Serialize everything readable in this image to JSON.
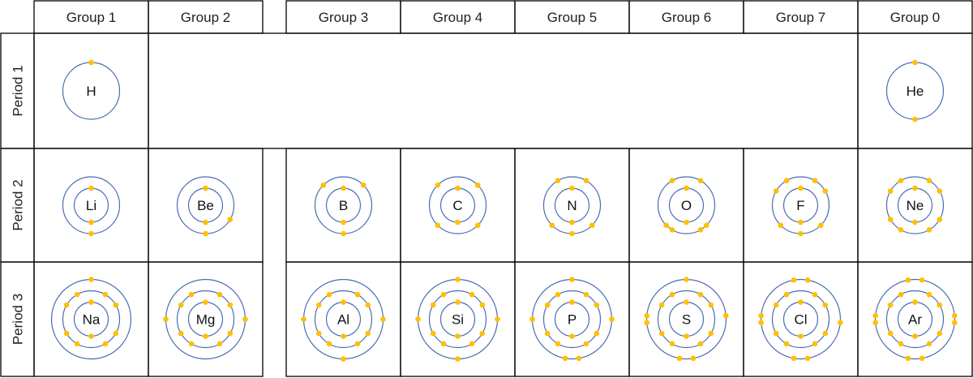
{
  "groups": [
    {
      "label": "Group 1",
      "col": 0
    },
    {
      "label": "Group 2",
      "col": 1
    },
    {
      "label": "Group 3",
      "col": 2
    },
    {
      "label": "Group 4",
      "col": 3
    },
    {
      "label": "Group 5",
      "col": 4
    },
    {
      "label": "Group 6",
      "col": 5
    },
    {
      "label": "Group 7",
      "col": 6
    },
    {
      "label": "Group 0",
      "col": 7
    }
  ],
  "periods": [
    {
      "label": "Period 1",
      "row": 0
    },
    {
      "label": "Period 2",
      "row": 1
    },
    {
      "label": "Period 3",
      "row": 2
    }
  ],
  "elements": [
    {
      "symbol": "H",
      "row": 0,
      "col": 0,
      "shells": [
        1
      ]
    },
    {
      "symbol": "He",
      "row": 0,
      "col": 7,
      "shells": [
        2
      ]
    },
    {
      "symbol": "Li",
      "row": 1,
      "col": 0,
      "shells": [
        2,
        1
      ]
    },
    {
      "symbol": "Be",
      "row": 1,
      "col": 1,
      "shells": [
        2,
        2
      ]
    },
    {
      "symbol": "B",
      "row": 1,
      "col": 2,
      "shells": [
        2,
        3
      ]
    },
    {
      "symbol": "C",
      "row": 1,
      "col": 3,
      "shells": [
        2,
        4
      ]
    },
    {
      "symbol": "N",
      "row": 1,
      "col": 4,
      "shells": [
        2,
        5
      ]
    },
    {
      "symbol": "O",
      "row": 1,
      "col": 5,
      "shells": [
        2,
        6
      ]
    },
    {
      "symbol": "F",
      "row": 1,
      "col": 6,
      "shells": [
        2,
        7
      ]
    },
    {
      "symbol": "Ne",
      "row": 1,
      "col": 7,
      "shells": [
        2,
        8
      ]
    },
    {
      "symbol": "Na",
      "row": 2,
      "col": 0,
      "shells": [
        2,
        8,
        1
      ]
    },
    {
      "symbol": "Mg",
      "row": 2,
      "col": 1,
      "shells": [
        2,
        8,
        2
      ]
    },
    {
      "symbol": "Al",
      "row": 2,
      "col": 2,
      "shells": [
        2,
        8,
        3
      ]
    },
    {
      "symbol": "Si",
      "row": 2,
      "col": 3,
      "shells": [
        2,
        8,
        4
      ]
    },
    {
      "symbol": "P",
      "row": 2,
      "col": 4,
      "shells": [
        2,
        8,
        5
      ]
    },
    {
      "symbol": "S",
      "row": 2,
      "col": 5,
      "shells": [
        2,
        8,
        6
      ]
    },
    {
      "symbol": "Cl",
      "row": 2,
      "col": 6,
      "shells": [
        2,
        8,
        7
      ]
    },
    {
      "symbol": "Ar",
      "row": 2,
      "col": 7,
      "shells": [
        2,
        8,
        8
      ]
    }
  ],
  "colors": {
    "shell": "#4a6cb3",
    "electron": "#ffc000",
    "border": "#000000"
  }
}
